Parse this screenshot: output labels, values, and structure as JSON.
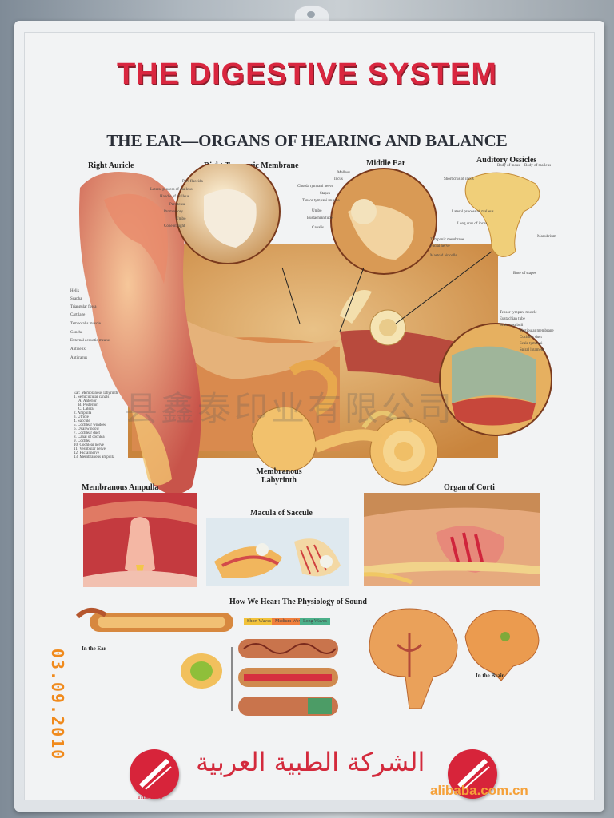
{
  "poster": {
    "title": "THE DIGESTIVE SYSTEM",
    "subtitle": "THE EAR—ORGANS OF HEARING AND BALANCE",
    "section_labels": {
      "right_auricle": "Right Auricle",
      "right_tympanic_membrane": "Right Tympanic Membrane",
      "middle_ear": "Middle Ear",
      "auditory_ossicles": "Auditory Ossicles",
      "membranous_labyrinth": "Membranous Labyrinth",
      "membranous_ampulla": "Membranous Ampulla",
      "macula_of_saccule": "Macula of Saccule",
      "organ_of_corti": "Organ of Corti",
      "how_we_hear": "How We Hear: The Physiology of Sound",
      "in_the_ear": "In the Ear",
      "in_the_brain": "In the Brain"
    },
    "small_labels": {
      "tympanic": [
        "Pars flaccida",
        "Lateral process of malleus",
        "Handle of malleus",
        "Pars tensa",
        "Promontory",
        "Umbo",
        "Cone of light"
      ],
      "middle": [
        "Malleus",
        "Incus",
        "Chorda tympani nerve",
        "Stapes",
        "Tensor tympani muscle",
        "Umbo",
        "Eustachian tube",
        "Canalis"
      ],
      "ossicles": [
        "Short crus of incus",
        "Body of incus",
        "Body of malleus",
        "Lateral process of malleus",
        "Long crus of incus",
        "Manubrium",
        "Base of stapes"
      ],
      "auricle": [
        "Helix",
        "Scapha",
        "Triangular fossa",
        "Cartilage",
        "Temporalis muscle",
        "Concha",
        "External acoustic meatus",
        "Antihelix",
        "Antitragus"
      ],
      "right_side": [
        "Tympanic membrane",
        "Facial nerve",
        "Mastoid air cells",
        "Tensor tympani muscle",
        "Eustachian tube",
        "Scala vestibuli",
        "Vestibular membrane",
        "Cochlear duct",
        "Scala tympani",
        "Spiral ligament"
      ],
      "labyrinth_list": [
        "Ear: Membranous labyrinth",
        "1. Semicircular canals",
        "A. Anterior",
        "B. Posterior",
        "C. Lateral",
        "2. Ampulla",
        "3. Utricle",
        "4. Saccule",
        "5. Cochlear window",
        "6. Oval window",
        "7. Cochlear duct",
        "8. Canal of cochlea",
        "9. Cochlea",
        "10. Cochlear nerve",
        "11. Vestibular nerve",
        "12. Facial nerve",
        "13. Membranous ampulla"
      ],
      "sound_bars": [
        "Short Waves",
        "Medium Waves",
        "Long Waves"
      ]
    },
    "date_stamp": "03.09.2010",
    "arabic_text": "الشركة الطبية العربية",
    "logo_text": "THAMECO",
    "watermark": "alibaba.com.cn",
    "colors": {
      "title_red": "#d9263f",
      "subtitle_dark": "#2b2f38",
      "stamp_orange": "#f08a1c",
      "flesh": "#e9a46a",
      "bone": "#f1d491"
    }
  }
}
